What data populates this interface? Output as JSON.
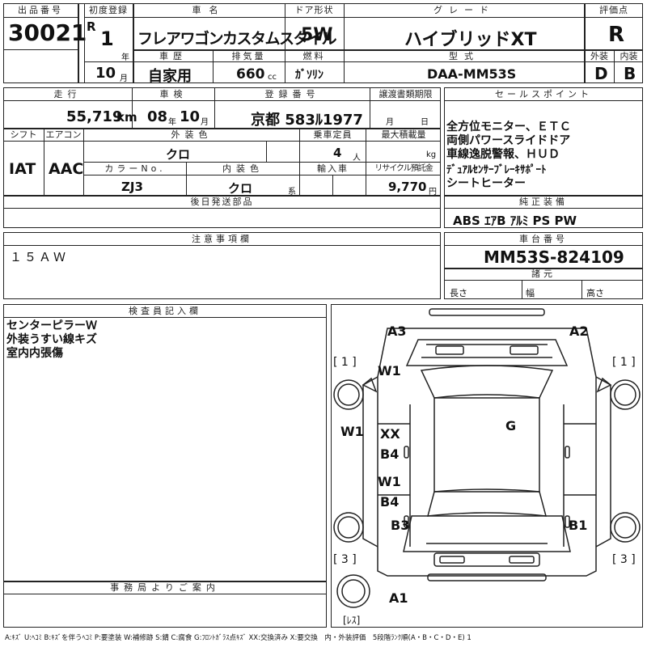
{
  "header": {
    "lot_label": "出品番号",
    "lot_value": "30021",
    "first_reg_label": "初度登録",
    "era": "R",
    "first_reg_year": "1",
    "year_unit": "年",
    "first_reg_month": "10",
    "month_unit": "月",
    "car_name_label": "車名",
    "car_name": "フレアワゴンカスタムスタイル",
    "door_label": "ドア形状",
    "door_value": "5W",
    "grade_label": "グレード",
    "grade_value": "ハイブリッドXT",
    "score_label": "評価点",
    "score_value": "R",
    "history_label": "車歴",
    "history_value": "自家用",
    "displacement_label": "排気量",
    "displacement_value": "660",
    "cc_unit": "cc",
    "fuel_label": "燃料",
    "fuel_value": "ｶﾞｿﾘﾝ",
    "model_label": "型式",
    "model_value": "DAA-MM53S",
    "exterior_label": "外装",
    "exterior_value": "D",
    "interior_label": "内装",
    "interior_value": "B"
  },
  "specs": {
    "mileage_label": "走行",
    "mileage_value": "55,719",
    "km_unit": "km",
    "inspection_label": "車検",
    "inspection_year": "08",
    "inspection_month": "10",
    "reg_number_label": "登録番号",
    "reg_number_value": "京都 583ﾙ1977",
    "transfer_label": "譲渡書類期限",
    "transfer_month_unit": "月",
    "transfer_day_unit": "日",
    "sales_points_label": "セールスポイント",
    "sales_points": [
      "全方位モニター、ＥＴＣ",
      "両側パワースライドドア",
      "車線逸脱警報、ＨＵＤ",
      "ﾃﾞｭｱﾙｾﾝｻｰﾌﾞﾚｰｷｻﾎﾟｰﾄ",
      "シートヒーター"
    ],
    "shift_label": "シフト",
    "shift_value": "IAT",
    "ac_label": "エアコン",
    "ac_value": "AAC",
    "ext_color_label": "外装色",
    "ext_color_value": "クロ",
    "capacity_label": "乗車定員",
    "capacity_value": "4",
    "capacity_unit": "人",
    "max_load_label": "最大積載量",
    "max_load_unit": "kg",
    "color_no_label": "カラーNo.",
    "color_no_value": "ZJ3",
    "int_color_label": "内装色",
    "int_color_value": "クロ",
    "int_color_unit": "系",
    "import_label": "輸入車",
    "recycle_label": "リサイクル預託金",
    "recycle_value": "9,770",
    "recycle_unit": "円",
    "later_parts_label": "後日発送部品",
    "genuine_label": "純正装備",
    "genuine_value": "ABS ｴｱB ｱﾙﾐ PS PW"
  },
  "notes": {
    "caution_label": "注意事項欄",
    "caution_value": "１５ＡＷ",
    "chassis_label": "車台番号",
    "chassis_value": "MM53S-824109",
    "dims_label": "諸元",
    "length_label": "長さ",
    "width_label": "幅",
    "height_label": "高さ",
    "inspector_label": "検査員記入欄",
    "inspector_lines": [
      "センターピラーＷ",
      "外装うすい線キズ",
      "室内内張傷"
    ],
    "office_label": "事務局よりご案内"
  },
  "diagram": {
    "marks": {
      "a3": "A3",
      "a2": "A2",
      "w1_front": "W1",
      "w1_left": "W1",
      "xx": "XX",
      "b4_upper": "B4",
      "w1_mid": "W1",
      "b4_lower": "B4",
      "g": "G",
      "b3": "B3",
      "b1": "B1",
      "a1": "A1"
    },
    "bracket_left_top": "[ 1 ]",
    "bracket_right_top": "[ 1 ]",
    "bracket_left_bottom": "[ 3 ]",
    "bracket_right_bottom": "[ 3 ]",
    "spare": "[ﾚｽ]"
  },
  "legend": "A:ｷｽﾞ U:ﾍｺﾐ B:ｷｽﾞを伴うﾍｺﾐ P:要塗装 W:補修跡 S:錆 C:腐食 G:ﾌﾛﾝﾄｶﾞﾗｽ点ｷｽﾞ XX:交換済み X:要交換　内・外装評価　5段階ﾗﾝｸ順(A・B・C・D・E) 1"
}
